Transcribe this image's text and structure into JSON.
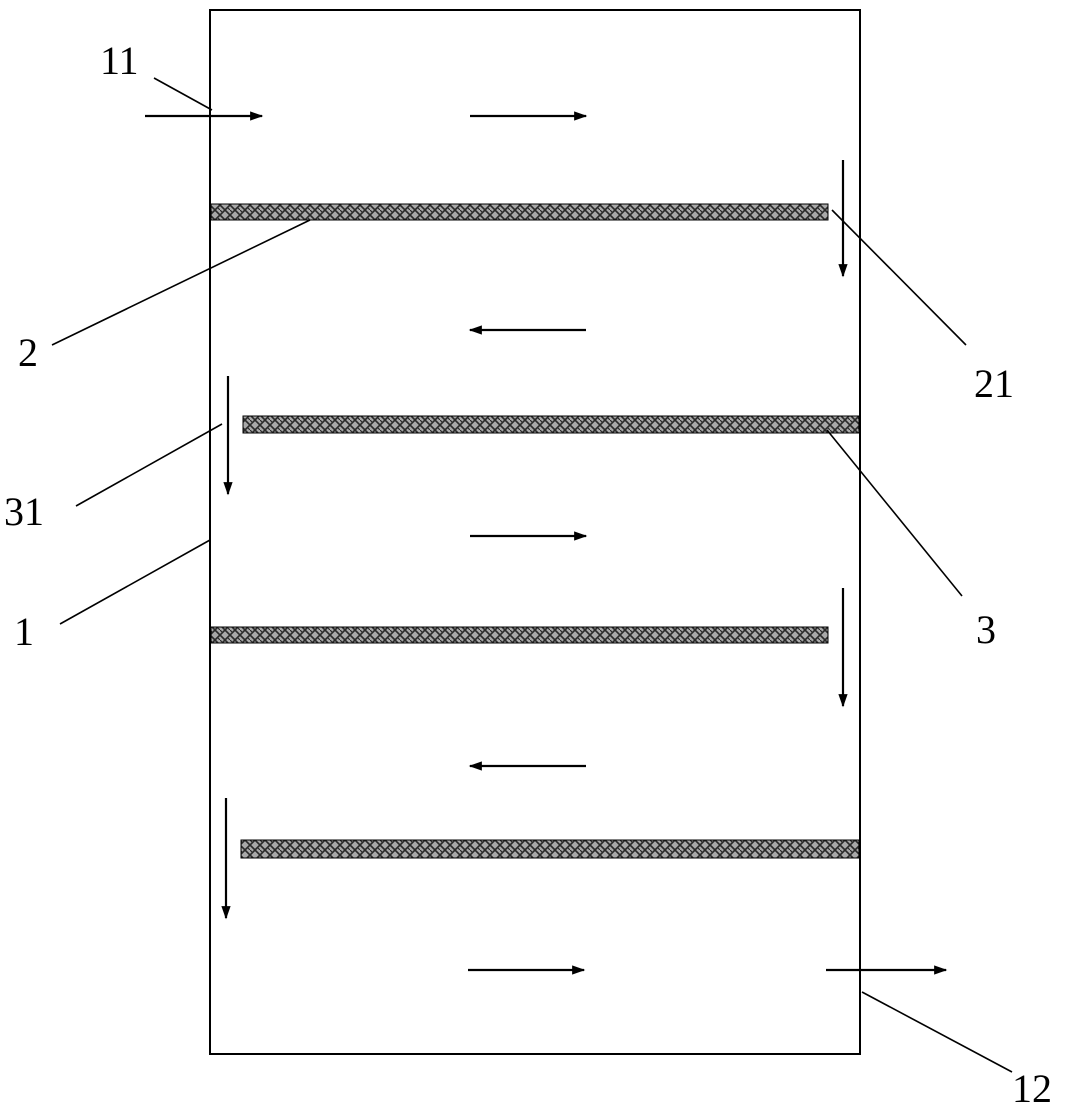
{
  "labels": {
    "l11": "11",
    "l2": "2",
    "l21": "21",
    "l31": "31",
    "l1": "1",
    "l3": "3",
    "l12": "12"
  },
  "colors": {
    "line": "#000000",
    "baffle_fill": "#9a9a9a",
    "background": "#ffffff"
  }
}
